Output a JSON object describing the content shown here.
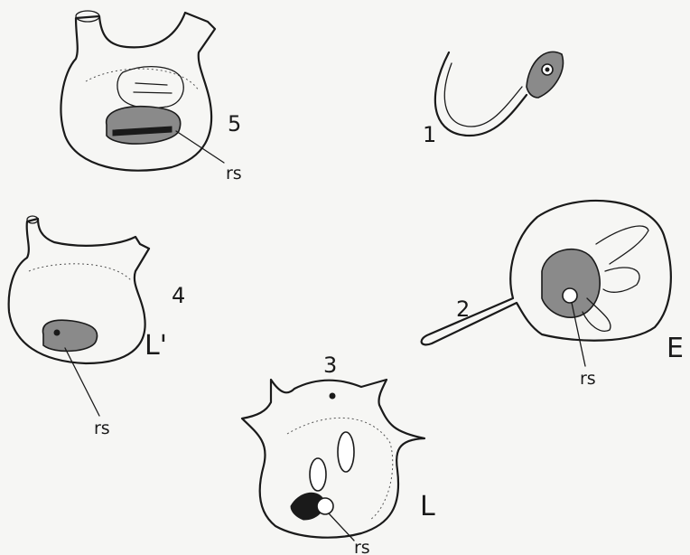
{
  "figures": [
    {
      "number": "1"
    },
    {
      "number": "2",
      "stage_label": "E",
      "part_label": "rs"
    },
    {
      "number": "3",
      "stage_label": "L",
      "part_label": "rs"
    },
    {
      "number": "4",
      "stage_label": "L'",
      "part_label": "rs"
    },
    {
      "number": "5",
      "part_label": "rs"
    }
  ]
}
